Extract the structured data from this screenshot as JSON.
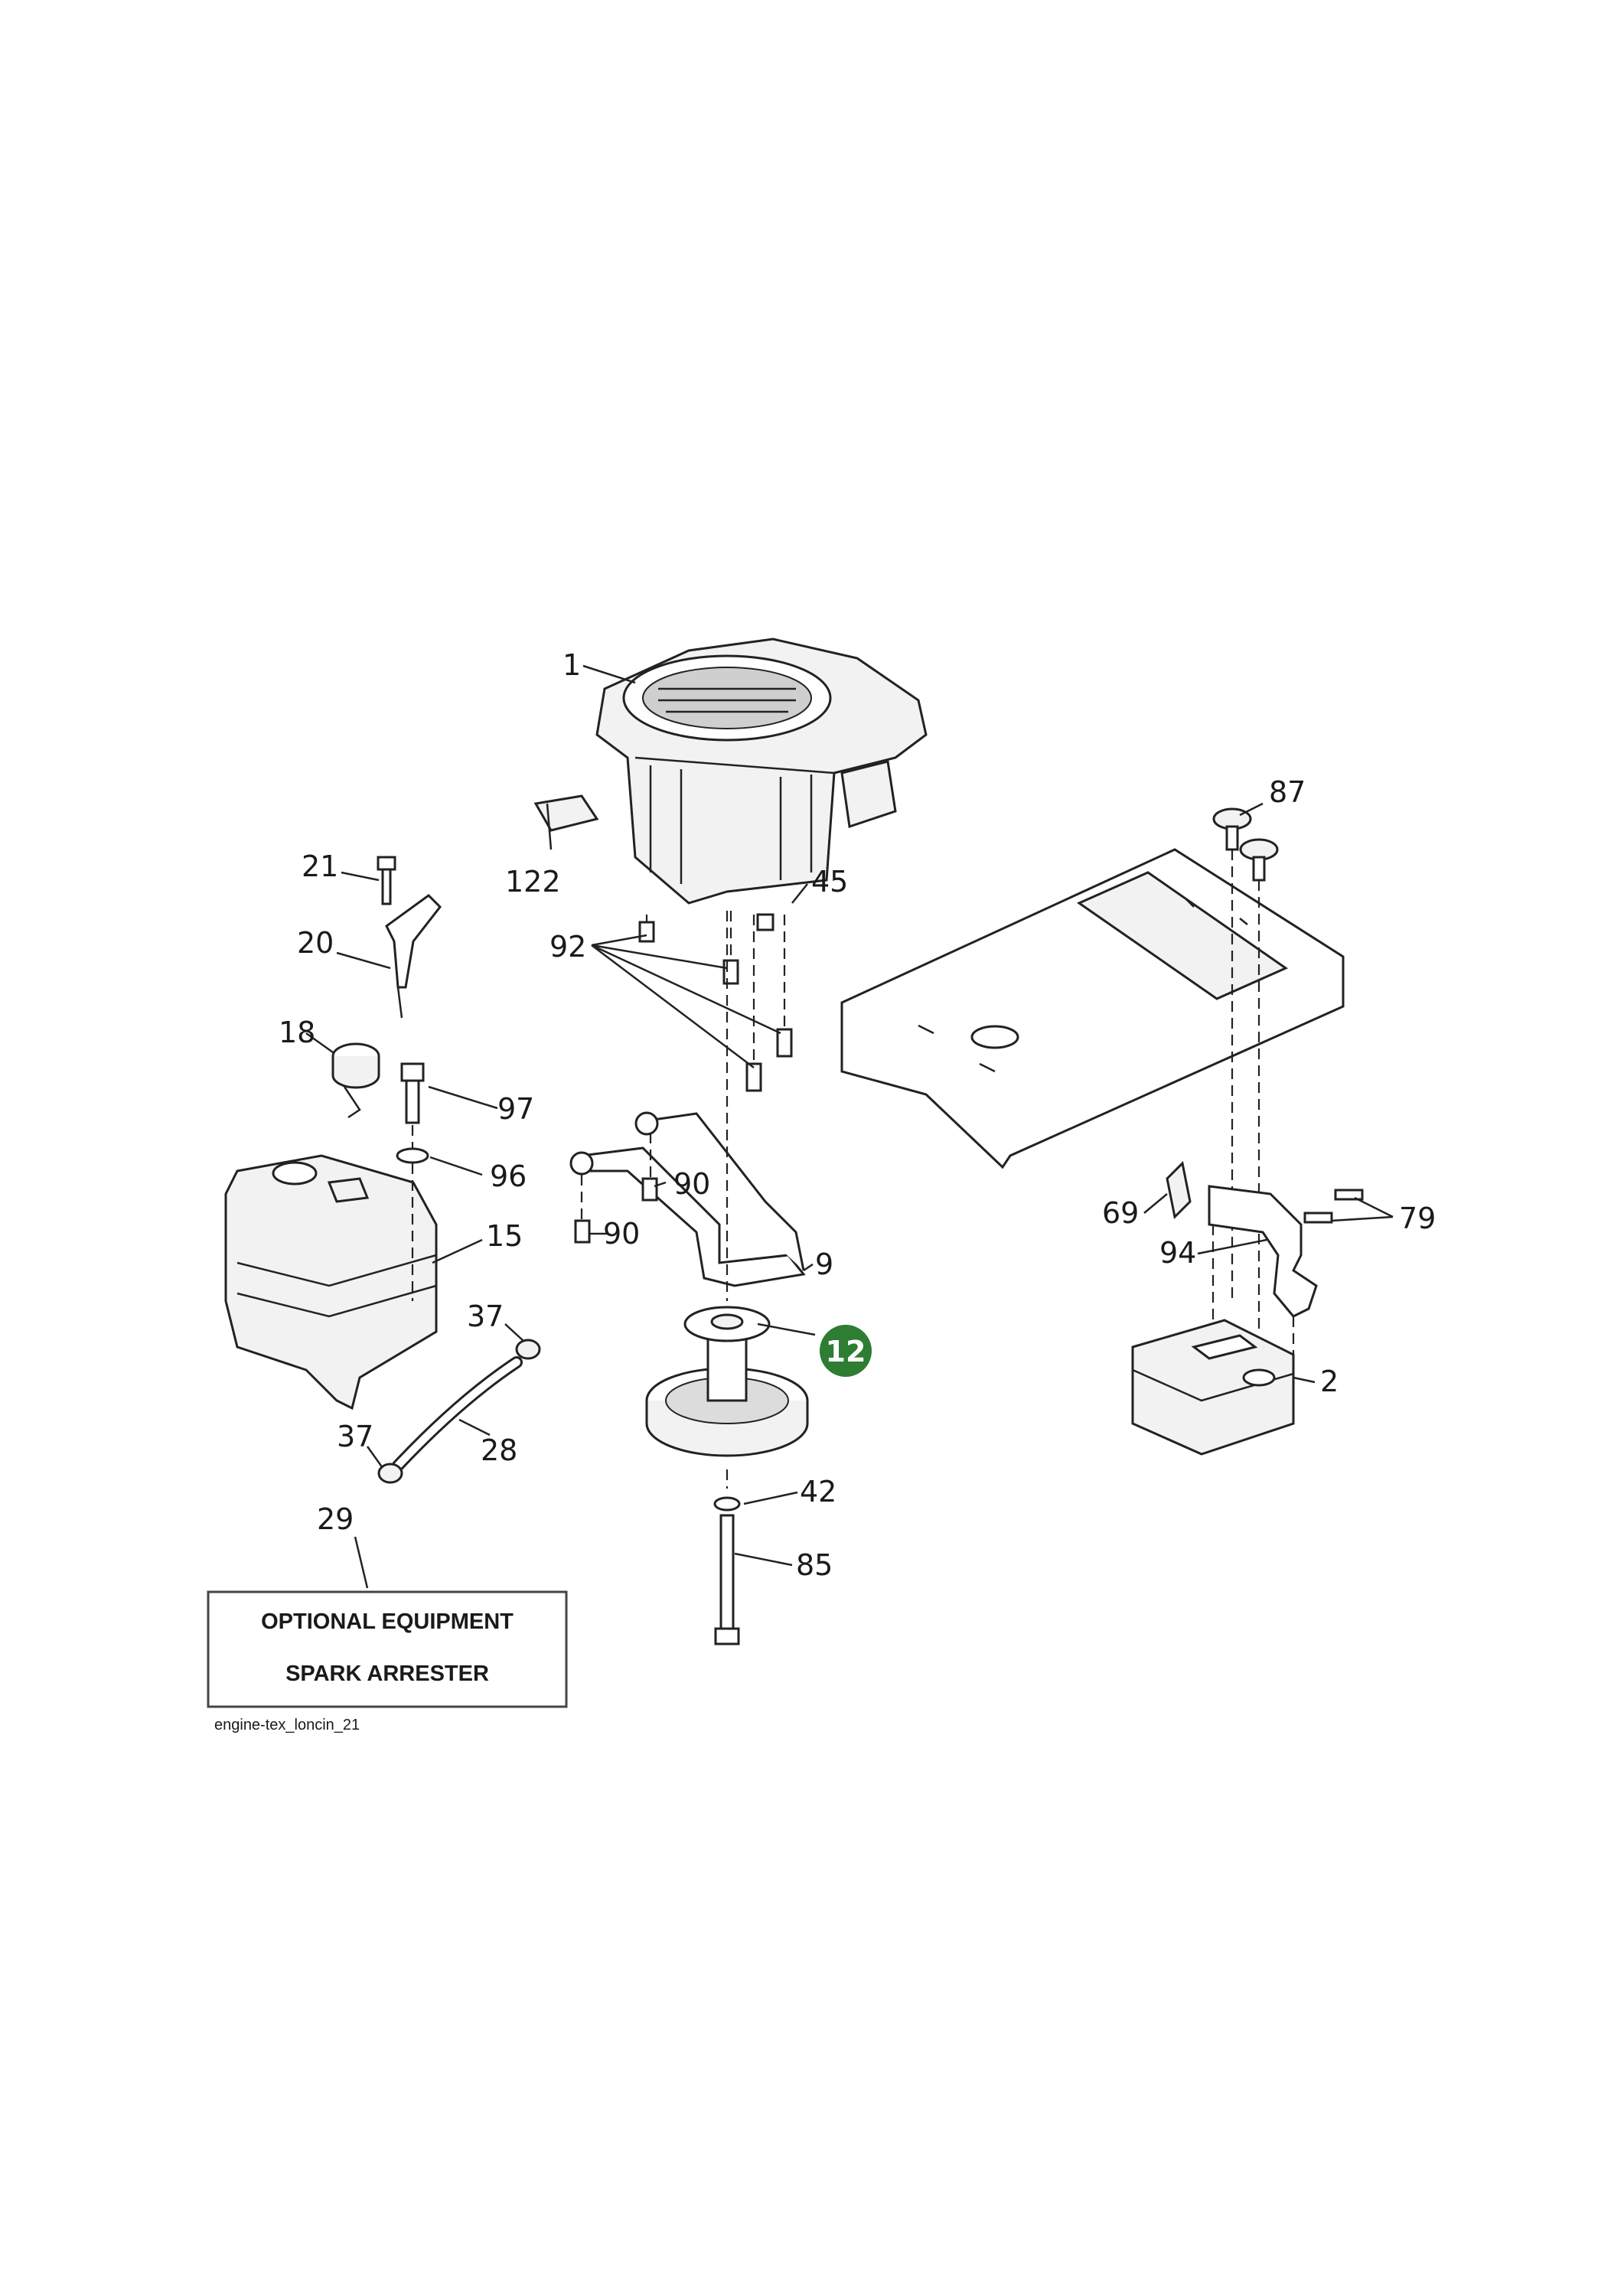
{
  "diagram": {
    "caption": "engine-tex_loncin_21",
    "optional_box": {
      "line1": "OPTIONAL EQUIPMENT",
      "line2": "SPARK ARRESTER"
    },
    "highlight_color": "#2e7d32",
    "highlighted_part": "12",
    "callouts": {
      "c1": "1",
      "c2": "2",
      "c9": "9",
      "c12": "12",
      "c15": "15",
      "c18": "18",
      "c20": "20",
      "c21": "21",
      "c28": "28",
      "c29": "29",
      "c37a": "37",
      "c37b": "37",
      "c42": "42",
      "c45": "45",
      "c69": "69",
      "c79": "79",
      "c85": "85",
      "c87": "87",
      "c90a": "90",
      "c90b": "90",
      "c92": "92",
      "c94": "94",
      "c96": "96",
      "c97": "97",
      "c122": "122"
    }
  }
}
